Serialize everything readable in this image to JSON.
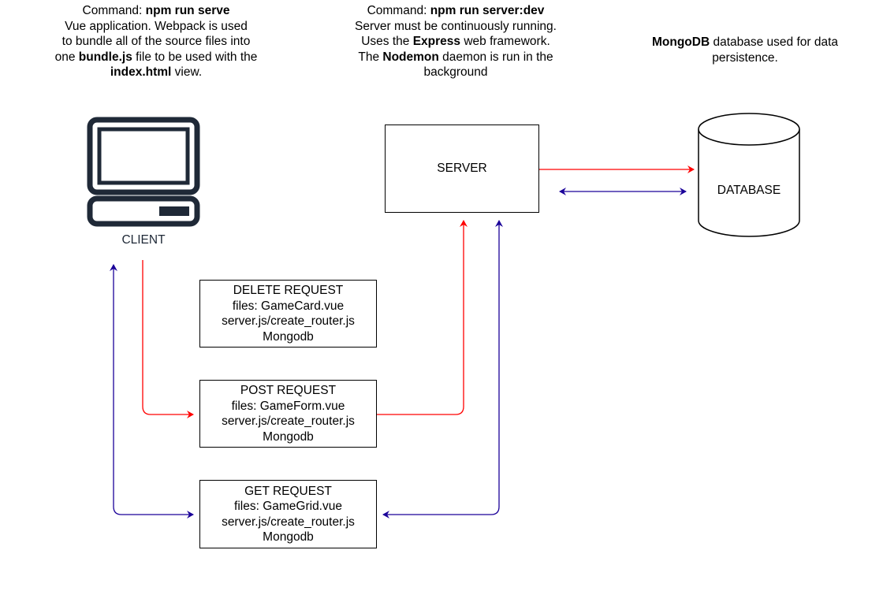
{
  "client_note": {
    "l1_pre": "Command: ",
    "l1_bold": "npm run serve",
    "l2": "Vue application. Webpack is used",
    "l3": "to bundle all of the source files into",
    "l4_pre": "one ",
    "l4_bold": "bundle.js",
    "l4_post": " file to be used with the",
    "l5_bold": "index.html",
    "l5_post": " view."
  },
  "server_note": {
    "l1_pre": "Command: ",
    "l1_bold": "npm run server:dev",
    "l2": "Server must be continuously running.",
    "l3_pre": "Uses the ",
    "l3_bold": "Express",
    "l3_post": " web framework.",
    "l4_pre": "The ",
    "l4_bold": "Nodemon",
    "l4_post": " daemon is run in the",
    "l5": "background"
  },
  "db_note": {
    "l1_bold": "MongoDB",
    "l1_post": " database used for data",
    "l2": "persistence."
  },
  "client_label": "CLIENT",
  "server_label": "SERVER",
  "database_label": "DATABASE",
  "requests": {
    "delete": {
      "title": "DELETE REQUEST",
      "files": "files: GameCard.vue",
      "router": "server.js/create_router.js",
      "db": "Mongodb"
    },
    "post": {
      "title": "POST REQUEST",
      "files": "files: GameForm.vue",
      "router": "server.js/create_router.js",
      "db": "Mongodb"
    },
    "get": {
      "title": "GET REQUEST",
      "files": "files: GameGrid.vue",
      "router": "server.js/create_router.js",
      "db": "Mongodb"
    }
  },
  "colors": {
    "red": "#ff0000",
    "blue": "#1a0099",
    "icon": "#1f2937"
  }
}
